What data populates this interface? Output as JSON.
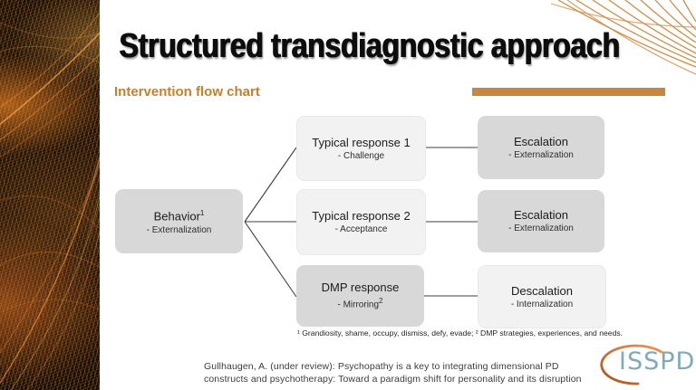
{
  "slide": {
    "title": "Structured transdiagnostic approach",
    "subtitle": "Intervention flow chart",
    "footnote": "¹ Grandiosity, shame, occupy, dismiss, defy, evade; ² DMP strategies, experiences, and needs.",
    "citation": "Gullhaugen, A. (under review): Psychopathy is a key to integrating dimensional PD constructs and psychotherapy: Toward a paradigm shift for personality and its disruption"
  },
  "flowchart": {
    "nodes": [
      {
        "id": "behavior",
        "title": "Behavior",
        "title_sup": "1",
        "subtitle": "- Externalization"
      },
      {
        "id": "typical-response-1",
        "title": "Typical response 1",
        "subtitle": "- Challenge"
      },
      {
        "id": "typical-response-2",
        "title": "Typical response 2",
        "subtitle": "- Acceptance"
      },
      {
        "id": "dmp-response",
        "title": "DMP response",
        "subtitle": "- Mirroring",
        "subtitle_sup": "2"
      },
      {
        "id": "escalation-1",
        "title": "Escalation",
        "subtitle": "- Externalization"
      },
      {
        "id": "escalation-2",
        "title": "Escalation",
        "subtitle": "- Externalization"
      },
      {
        "id": "descalation",
        "title": "Descalation",
        "subtitle": "- Internalization"
      }
    ]
  },
  "logo": {
    "text": "ISSPD"
  },
  "colors": {
    "accent_orange": "#C3802E",
    "accent_bar": "#C8873D",
    "node_dark": "#D8D8D8",
    "node_light": "#F2F2F2",
    "logo_blue": "#7FA9BD",
    "logo_arc": "#D2763B",
    "connector": "#3F3F3F"
  }
}
